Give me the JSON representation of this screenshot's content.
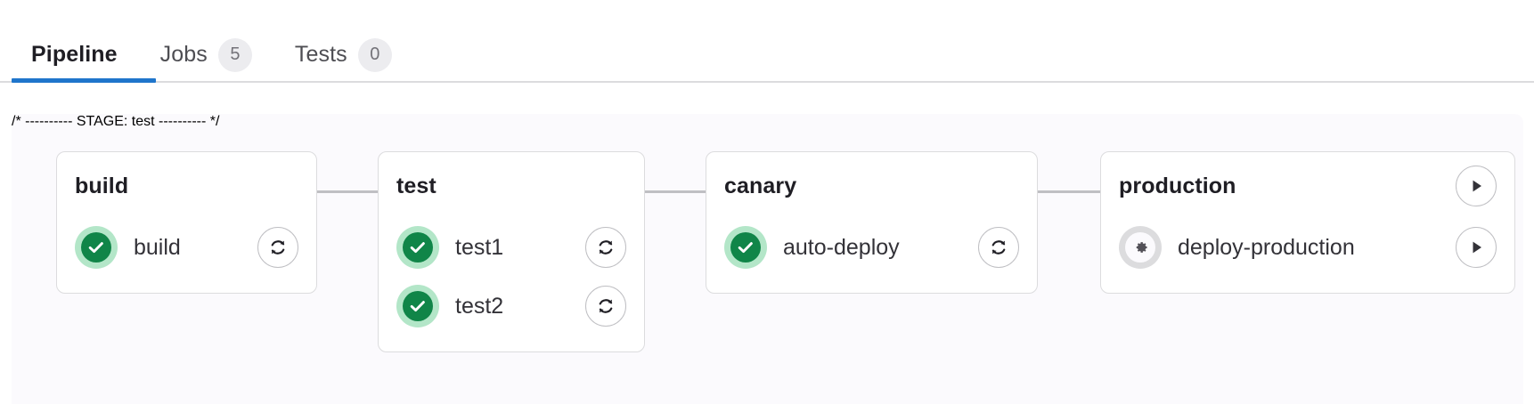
{
  "tabs": [
    {
      "label": "Pipeline",
      "badge": null,
      "active": true
    },
    {
      "label": "Jobs",
      "badge": "5",
      "active": false
    },
    {
      "label": "Tests",
      "badge": "0",
      "active": false
    }
  ],
  "colors": {
    "accent": "#1f75cb",
    "success": "#108548",
    "success_halo": "#b3e6c8",
    "manual_halo": "#dcdcde",
    "border": "#dcdcde",
    "connector": "#bfbfc3",
    "graph_bg": "#fbfafd",
    "text": "#1f1e24"
  },
  "pipeline": {
    "stages": [
      {
        "name": "build",
        "header_action": null,
        "jobs": [
          {
            "name": "build",
            "status": "success",
            "status_icon": "check-circle-icon",
            "action": "retry",
            "action_icon": "retry-icon"
          }
        ]
      },
      {
        "name": "test",
        "header_action": null,
        "jobs": [
          {
            "name": "test1",
            "status": "success",
            "status_icon": "check-circle-icon",
            "action": "retry",
            "action_icon": "retry-icon"
          },
          {
            "name": "test2",
            "status": "success",
            "status_icon": "check-circle-icon",
            "action": "retry",
            "action_icon": "retry-icon"
          }
        ]
      },
      {
        "name": "canary",
        "header_action": null,
        "jobs": [
          {
            "name": "auto-deploy",
            "status": "success",
            "status_icon": "check-circle-icon",
            "action": "retry",
            "action_icon": "retry-icon"
          }
        ]
      },
      {
        "name": "production",
        "header_action": "play",
        "header_action_icon": "play-icon",
        "jobs": [
          {
            "name": "deploy-production",
            "status": "manual",
            "status_icon": "gear-icon",
            "action": "play",
            "action_icon": "play-icon"
          }
        ]
      }
    ]
  }
}
